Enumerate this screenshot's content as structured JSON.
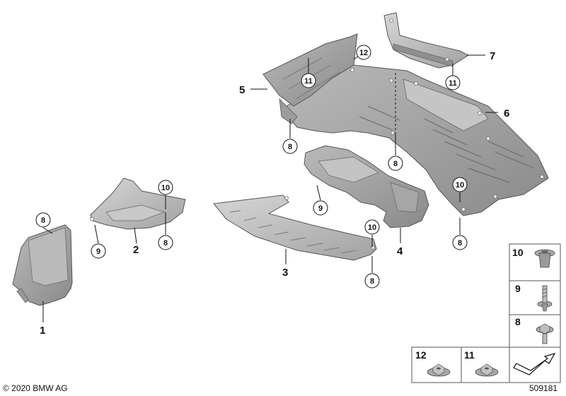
{
  "parts": {
    "p1": "1",
    "p2": "2",
    "p3": "3",
    "p4": "4",
    "p5": "5",
    "p6": "6",
    "p7": "7"
  },
  "callouts": {
    "c8": "8",
    "c9": "9",
    "c10": "10",
    "c11": "11",
    "c12": "12"
  },
  "fastener_table": {
    "row10": "10",
    "row9": "9",
    "row8": "8",
    "row12": "12",
    "row11": "11"
  },
  "footer": {
    "copyright": "© 2020 BMW AG",
    "diagram_number": "509181"
  }
}
